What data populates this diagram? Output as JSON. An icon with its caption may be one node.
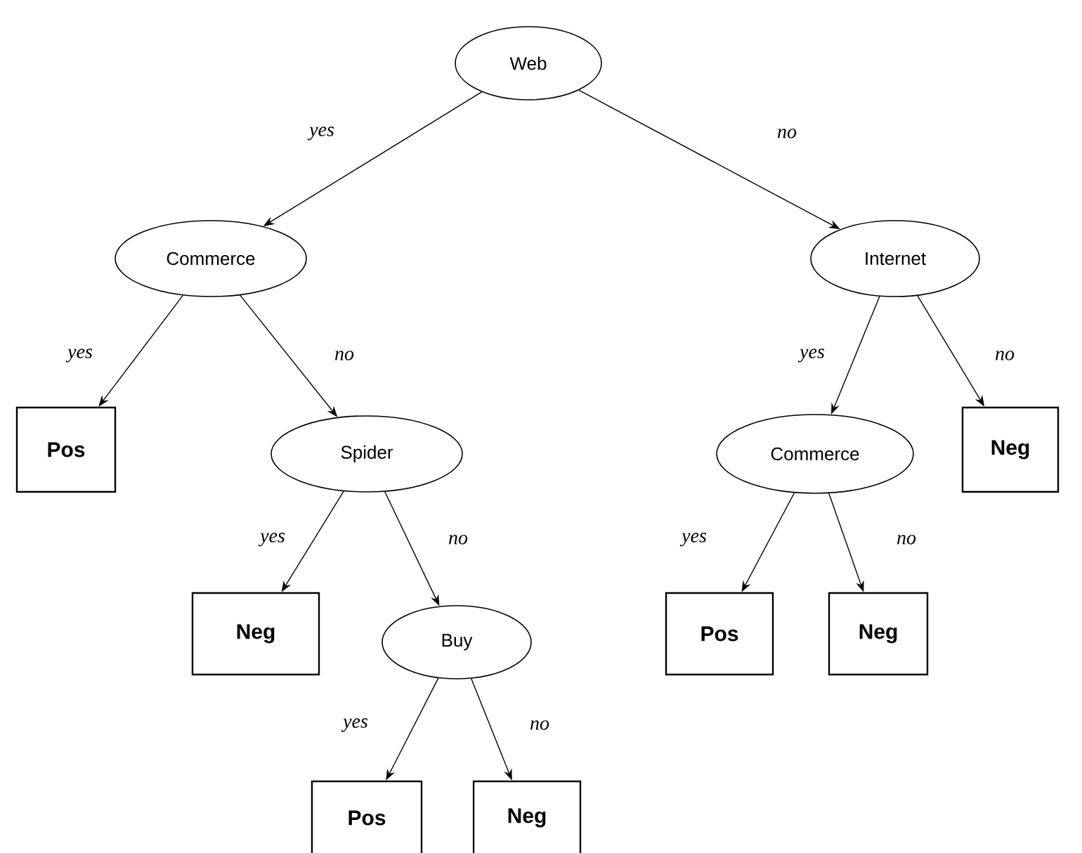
{
  "diagram": {
    "nodes": [
      {
        "text": [
          "Web"
        ]
      },
      {
        "text": [
          "Commerce"
        ]
      },
      {
        "text": [
          "Internet"
        ]
      },
      {
        "text": [
          "Pos"
        ]
      },
      {
        "text": [
          "Spider"
        ]
      },
      {
        "text": [
          "Commerce"
        ]
      },
      {
        "text": [
          "Neg"
        ]
      },
      {
        "text": [
          "Neg"
        ]
      },
      {
        "text": [
          "Buy"
        ]
      },
      {
        "text": [
          "Pos"
        ]
      },
      {
        "text": [
          "Neg"
        ]
      },
      {
        "text": [
          "Pos"
        ]
      },
      {
        "text": [
          "Neg"
        ]
      }
    ],
    "edges": [
      {
        "from": 0,
        "to": 1,
        "arrow": "to",
        "label": "yes"
      },
      {
        "from": 0,
        "to": 2,
        "arrow": "to",
        "label": "no"
      },
      {
        "from": 1,
        "to": 3,
        "arrow": "to",
        "label": "yes"
      },
      {
        "from": 1,
        "to": 4,
        "arrow": "to",
        "label": "no"
      },
      {
        "from": 2,
        "to": 5,
        "arrow": "to",
        "label": "yes"
      },
      {
        "from": 2,
        "to": 6,
        "arrow": "to",
        "label": "no"
      },
      {
        "from": 4,
        "to": 7,
        "arrow": "to",
        "label": "yes"
      },
      {
        "from": 4,
        "to": 8,
        "arrow": "to",
        "label": "no"
      },
      {
        "from": 5,
        "to": 9,
        "arrow": "to",
        "label": "yes"
      },
      {
        "from": 5,
        "to": 10,
        "arrow": "to",
        "label": "no"
      },
      {
        "from": 8,
        "to": 11,
        "arrow": "to",
        "label": "yes"
      },
      {
        "from": 8,
        "to": 12,
        "arrow": "to",
        "label": "no"
      }
    ]
  }
}
